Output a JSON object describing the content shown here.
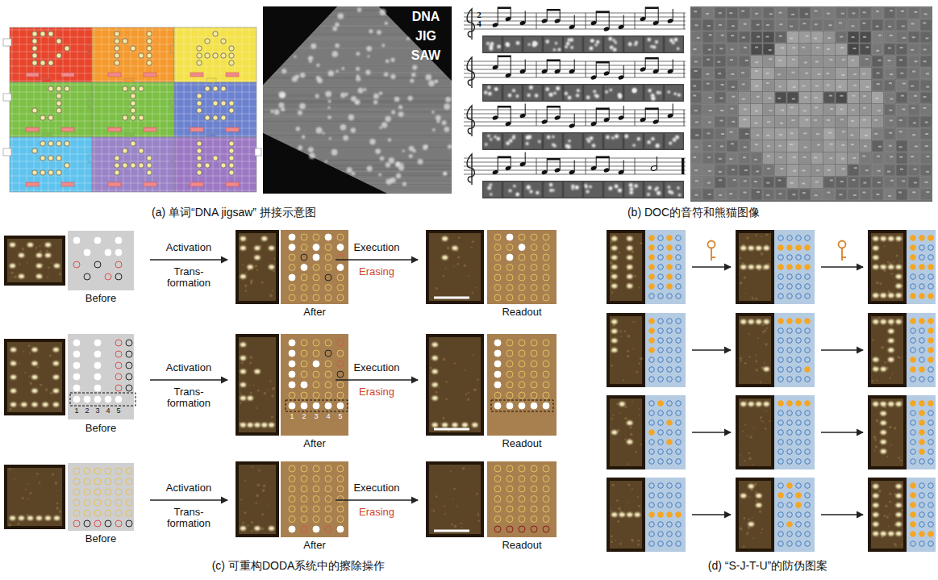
{
  "diagram": {
    "labels": [
      "DNA",
      "JIG",
      "SAW",
      "2",
      "4",
      "(a) 单词“DNA jigsaw” 拼接示意图",
      "(b) DOC的音符和熊猫图像",
      "Before",
      "Activation",
      "Trans- formation",
      "After",
      "Execution",
      "Erasing",
      "Readout",
      "1",
      "2",
      "3",
      "4",
      "5",
      "Before",
      "Activation",
      "Trans- formation",
      "1",
      "2",
      "3",
      "4",
      "5",
      "After",
      "Execution",
      "Erasing",
      "Readout",
      "Before",
      "Activation",
      "Trans- formation",
      "After",
      "Execution",
      "Erasing",
      "Readout",
      "(c) 可重构DODA系统中的擦除操作",
      "(d) “S-J-T-U”的防伪图案"
    ]
  }
}
